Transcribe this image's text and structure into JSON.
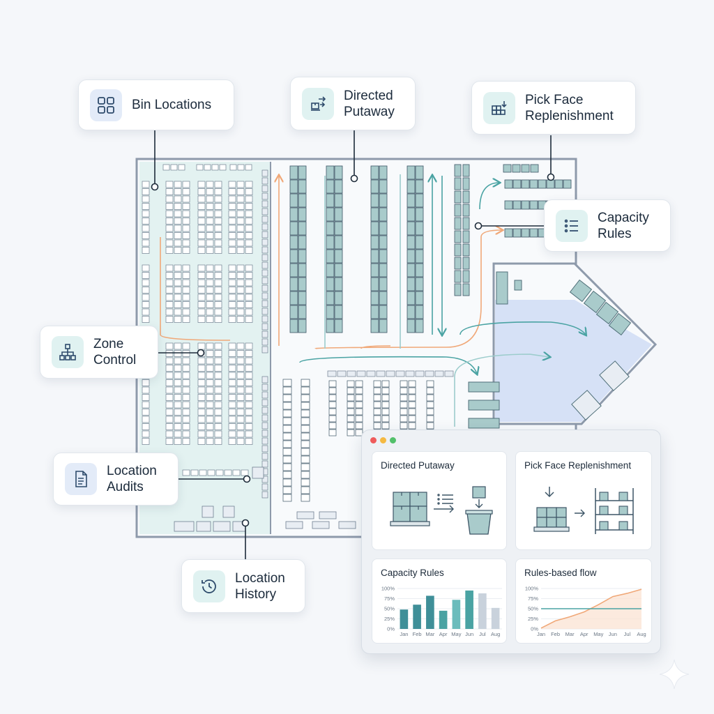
{
  "callouts": {
    "bin_locations": "Bin Locations",
    "directed_putaway": "Directed\nPutaway",
    "pick_face_replenishment": "Pick Face\nReplenishment",
    "capacity_rules": "Capacity\nRules",
    "zone_control": "Zone\nControl",
    "location_audits": "Location\nAudits",
    "location_history": "Location\nHistory"
  },
  "panel": {
    "directed_putaway_title": "Directed Putaway",
    "pick_face_title": "Pick Face Replenishment",
    "capacity_rules_title": "Capacity Rules",
    "rules_flow_title": "Rules-based flow"
  },
  "colors": {
    "teal": "#4aa3a3",
    "orange": "#f0a878",
    "accent_blue": "#c8d6f3",
    "zone_tint": "#dff0ee"
  },
  "icons": [
    "grid-icon",
    "putaway-icon",
    "replenish-icon",
    "checklist-icon",
    "hierarchy-icon",
    "document-icon",
    "history-icon"
  ],
  "chart_data": [
    {
      "type": "bar",
      "title": "Capacity Rules",
      "categories": [
        "Jan",
        "Feb",
        "Mar",
        "Apr",
        "May",
        "Jun",
        "Jul",
        "Aug"
      ],
      "values": [
        48,
        60,
        82,
        45,
        72,
        95,
        88,
        52
      ],
      "y_ticks": [
        "0%",
        "25%",
        "50%",
        "75%",
        "100%"
      ],
      "ylim": [
        0,
        100
      ],
      "grid": true
    },
    {
      "type": "line",
      "title": "Rules-based flow",
      "categories": [
        "Jan",
        "Feb",
        "Mar",
        "Apr",
        "May",
        "Jun",
        "Jul",
        "Aug"
      ],
      "series": [
        {
          "values": [
            2,
            20,
            30,
            42,
            60,
            80,
            88,
            98
          ]
        },
        {
          "values": [
            50,
            50,
            50,
            50,
            50,
            50,
            50,
            50
          ]
        }
      ],
      "y_ticks": [
        "0%",
        "25%",
        "50%",
        "75%",
        "100%"
      ],
      "ylim": [
        0,
        100
      ],
      "grid": true
    }
  ]
}
